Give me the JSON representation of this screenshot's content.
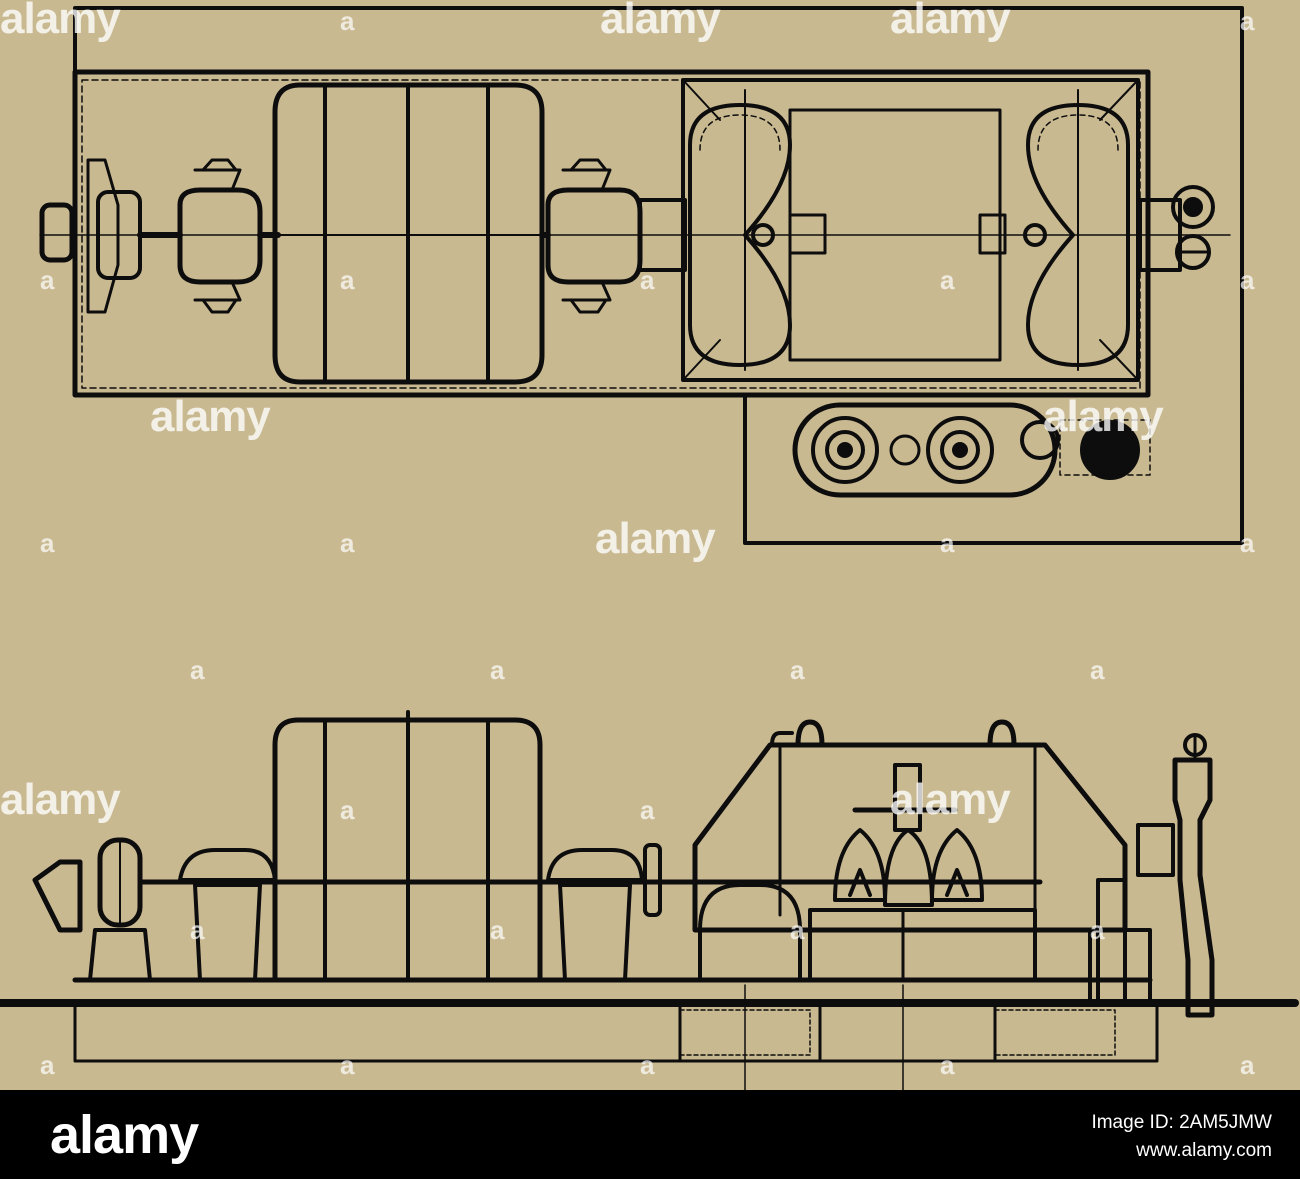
{
  "diagram": {
    "kind": "engineering plan and elevation of a turbo-generator set",
    "background_color": "#c9b991",
    "line_color": "#0d0d0d"
  },
  "watermark": {
    "text": "alamy",
    "small_text": "a"
  },
  "footer": {
    "brand": "alamy",
    "image_id": "Image ID: 2AM5JMW",
    "url": "www.alamy.com"
  }
}
